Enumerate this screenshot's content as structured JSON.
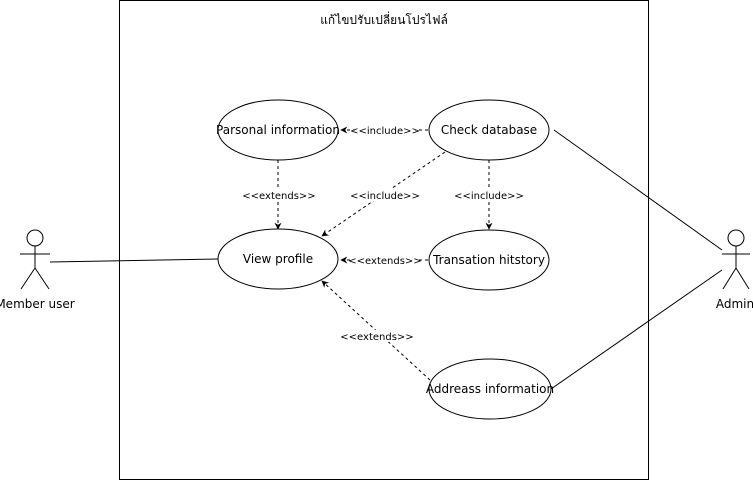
{
  "system": {
    "title": "แก้ไขปรับเปลี่ยนโปรไฟล์"
  },
  "actors": {
    "member": "Member user",
    "admin": "Admin"
  },
  "use_cases": {
    "personal_information": "Parsonal information",
    "check_database": "Check database",
    "view_profile": "View profile",
    "transaction_history": "Transation hitstory",
    "address_information": "Addreass information"
  },
  "relations": {
    "check_to_personal": "<<include>>",
    "personal_to_view": "<<extends>>",
    "check_to_view": "<<include>>",
    "check_to_transaction": "<<include>>",
    "transaction_to_view": "<<extends>>",
    "address_to_view": "<<extends>>"
  },
  "colors": {
    "stroke": "#000000",
    "background": "#ffffff"
  }
}
